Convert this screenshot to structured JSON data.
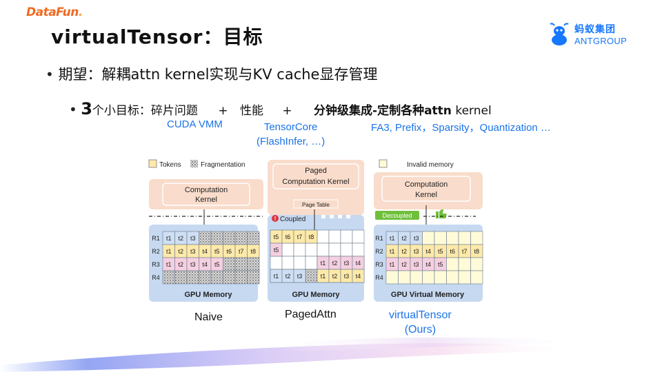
{
  "logos": {
    "datafun": {
      "main": "DataFun",
      "dot": "."
    },
    "ant": {
      "cn": "蚂蚁集团",
      "en": "ANTGROUP"
    }
  },
  "title": "virtualTensor：目标",
  "bullet1": {
    "text": "期望：解耦attn kernel实现与KV cache显存管理"
  },
  "bullet2": {
    "num": "3",
    "prefix": "个小目标：碎片问题",
    "plus1": "+",
    "perf": "性能",
    "plus2": "+",
    "bold_part": "分钟级集成-定制各种attn",
    "kernel_word": "kernel"
  },
  "notes": {
    "cuda": "CUDA VMM",
    "tensorcore_l1": "TensorCore",
    "tensorcore_l2": "(FlashInfer, …)",
    "fa3": "FA3, Prefix，Sparsity，Quantization …"
  },
  "captions": {
    "naive": "Naive",
    "paged": "PagedAttn",
    "vt_l1": "virtualTensor",
    "vt_l2": "(Ours)"
  },
  "figure": {
    "legend_tokens": "Tokens",
    "legend_frag": "Fragmentation",
    "legend_invalid": "Invalid memory",
    "kernel_line1": "Computation",
    "kernel_line2": "Kernel",
    "paged_kernel_line1": "Paged",
    "paged_kernel_line2": "Computation Kernel",
    "page_table": "Page Table",
    "coupled": "Coupled",
    "decoupled": "Decoupled",
    "gpu_memory": "GPU Memory",
    "gpu_virtual_memory": "GPU Virtual Memory",
    "rows": [
      "R1",
      "R2",
      "R3",
      "R4"
    ],
    "naive_rows": [
      [
        "t1",
        "t2",
        "t3"
      ],
      [
        "t1",
        "t2",
        "t3",
        "t4",
        "t5",
        "t6",
        "t7",
        "t8"
      ],
      [
        "t1",
        "t2",
        "t3",
        "t4",
        "t5"
      ],
      []
    ],
    "paged_cells": [
      [
        "t5",
        "t6",
        "t7",
        "t8"
      ],
      [
        "t5"
      ],
      [
        "t1",
        "t2",
        "t3",
        "t4"
      ],
      [
        "t1",
        "t2",
        "t3"
      ],
      [
        "t1",
        "t2",
        "t3",
        "t4"
      ]
    ],
    "colors": {
      "kernel_bg": "#f9dccb",
      "memory_bg": "#c6d9f1",
      "token_yellow": "#fde9a9",
      "token_pink": "#f5d0e1",
      "token_blue": "#cfdff3",
      "coupled_red": "#e0323b",
      "decoupled_green": "#6fbf3b",
      "accent_blue": "#1a73e8"
    }
  }
}
